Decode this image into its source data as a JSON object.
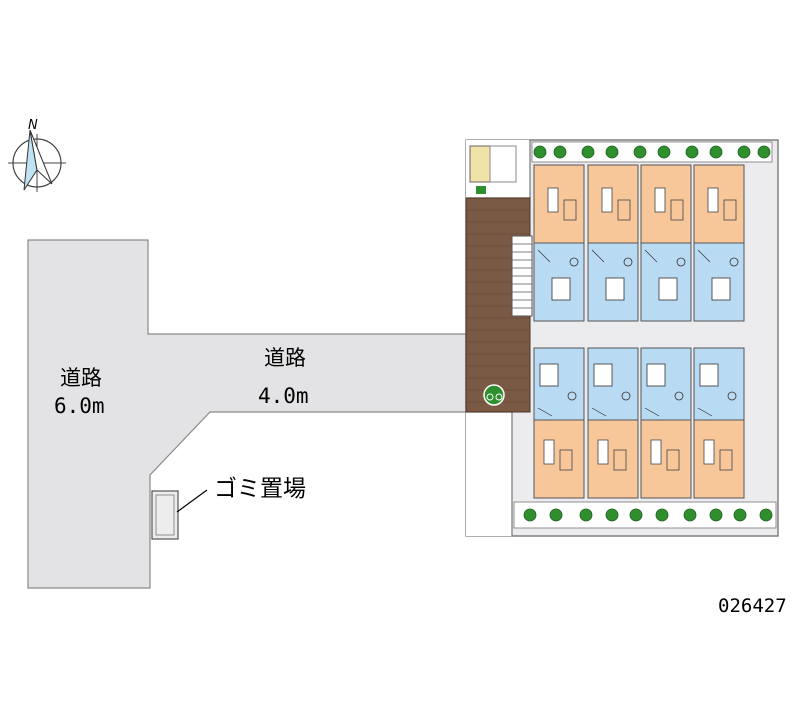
{
  "map": {
    "roads": [
      {
        "name": "道路",
        "width": "6.0m"
      },
      {
        "name": "道路",
        "width": "4.0m"
      }
    ],
    "garbage_area": "ゴミ置場",
    "compass": {
      "north_label": "N"
    },
    "property_id": "026427"
  },
  "colors": {
    "road": "#e3e3e5",
    "road_edge": "#8a8a8a",
    "unit_floor": "#f7c79a",
    "wet_area": "#b9daf3",
    "corridor": "#ececef",
    "terrace": "#7a5a44",
    "planting": "#2f8f2f"
  }
}
